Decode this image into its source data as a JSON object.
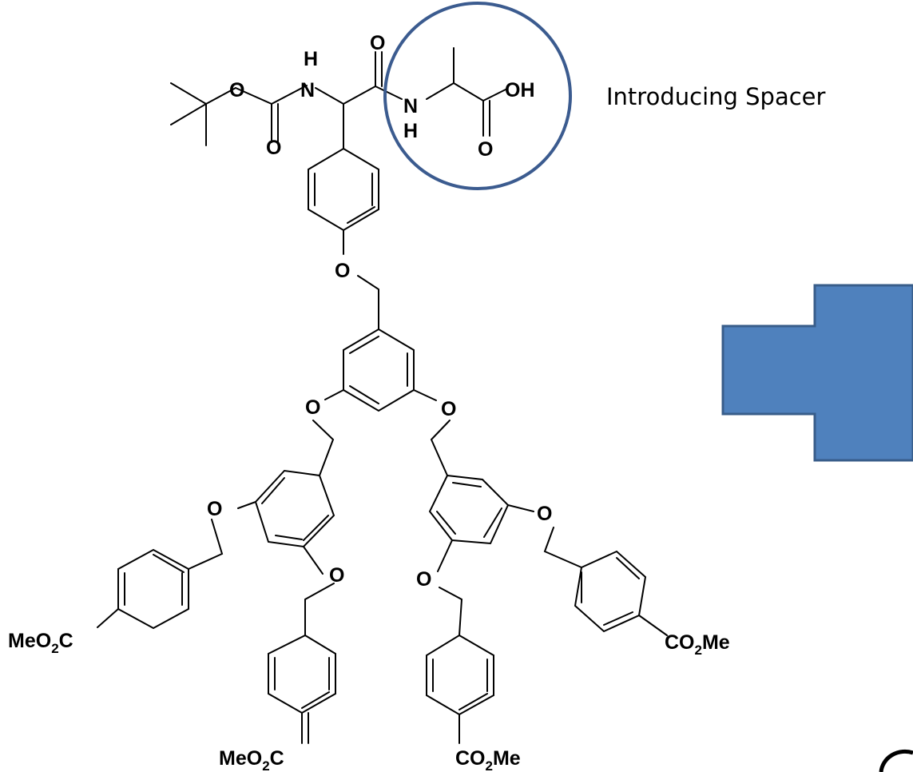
{
  "caption": "Introducing Spacer",
  "colors": {
    "highlight": "#3b5b8f",
    "arrow_fill": "#4f81bd",
    "arrow_stroke": "#385d8a",
    "ink": "#000000"
  },
  "atoms": {
    "amide_nh_top_h": "H",
    "amide_nh_top_n": "N",
    "boc_o": "O",
    "carbonyl_o_top": "O",
    "carbonyl_o_left": "O",
    "spacer_n": "N",
    "spacer_h": "H",
    "acid_oh": "OH",
    "acid_o": "O",
    "ether_o1": "O",
    "ether_o2": "O",
    "ether_o3": "O",
    "ether_o4": "O",
    "ether_o5": "O",
    "ether_o6": "O",
    "ether_o7": "O"
  },
  "ester_labels": {
    "left_upper": {
      "main": "MeO",
      "sub": "2",
      "tail": "C"
    },
    "left_lower": {
      "main": "MeO",
      "sub": "2",
      "tail": "C"
    },
    "right_upper": {
      "head": "CO",
      "sub": "2",
      "tail": "Me"
    },
    "right_lower": {
      "head": "CO",
      "sub": "2",
      "tail": "Me"
    }
  }
}
